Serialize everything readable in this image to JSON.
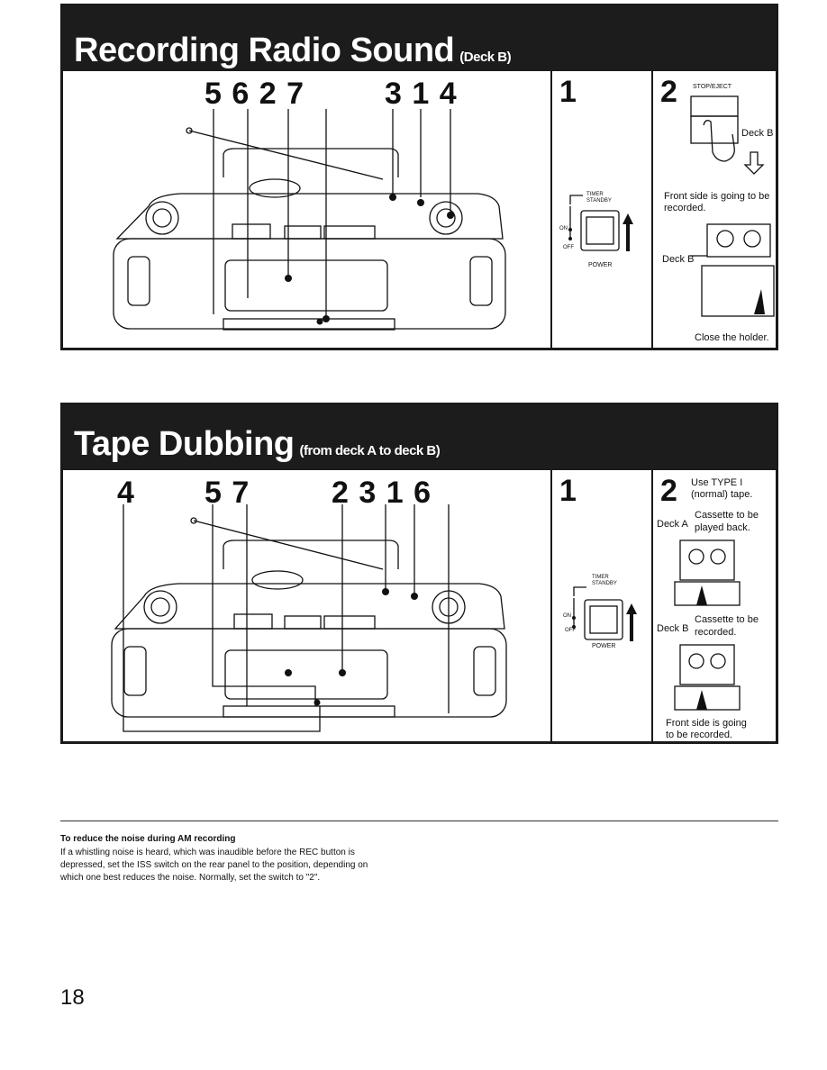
{
  "section1": {
    "title": "Recording Radio Sound",
    "subtitle": "(Deck B)",
    "callouts": "5 6 2 7",
    "callouts_right": "3 1 4",
    "step1": {
      "number": "1",
      "timer_label": "TIMER",
      "standby_label": "STANDBY",
      "on_label": "ON",
      "off_label": "OFF",
      "power_label": "POWER"
    },
    "step2": {
      "number": "2",
      "stop_eject_label": "STOP/EJECT",
      "deck_label": "Deck B",
      "front_side_text": "Front side is going to be recorded.",
      "deck_b_label": "Deck B",
      "close_text": "Close the holder."
    }
  },
  "section2": {
    "title": "Tape Dubbing",
    "subtitle": "(from deck A to deck B)",
    "callouts_left": "4",
    "callouts_mid": "5 7",
    "callouts_right": "2 3 1 6",
    "step1": {
      "number": "1",
      "timer_label": "TIMER",
      "standby_label": "STANDBY",
      "on_label": "ON",
      "off_label": "OFF",
      "power_label": "POWER"
    },
    "step2": {
      "number": "2",
      "type_line1": "Use TYPE I",
      "type_line2": "(normal) tape.",
      "deck_a_label": "Deck A",
      "deck_a_text1": "Cassette to be",
      "deck_a_text2": "played back.",
      "deck_b_label": "Deck B",
      "deck_b_text1": "Cassette to be",
      "deck_b_text2": "recorded.",
      "front_side_text1": "Front side is going",
      "front_side_text2": "to be recorded."
    }
  },
  "note": {
    "title": "To reduce the noise during AM recording",
    "body": "If a whistling noise is heard, which was inaudible before the REC button is depressed, set the ISS switch on the rear panel to the position, depending on which one best reduces the noise. Normally, set the switch to \"2\"."
  },
  "page_number": "18"
}
